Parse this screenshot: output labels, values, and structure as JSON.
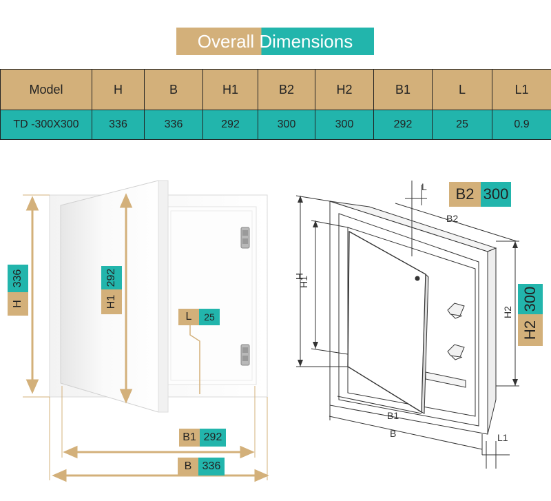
{
  "title": {
    "part1": "Overall ",
    "part2": "Dimensions"
  },
  "table": {
    "headers": [
      "Model",
      "H",
      "B",
      "H1",
      "B2",
      "H2",
      "B1",
      "L",
      "L1"
    ],
    "row": [
      "TD -300X300",
      "336",
      "336",
      "292",
      "300",
      "300",
      "292",
      "25",
      "0.9"
    ]
  },
  "left_diagram": {
    "H": {
      "key": "H",
      "value": "336"
    },
    "H1": {
      "key": "H1",
      "value": "292"
    },
    "L": {
      "key": "L",
      "value": "25"
    },
    "B1": {
      "key": "B1",
      "value": "292"
    },
    "B": {
      "key": "B",
      "value": "336"
    }
  },
  "right_diagram": {
    "labels": {
      "H": "H",
      "H1": "H1",
      "H2": "H2",
      "B": "B",
      "B1": "B1",
      "B2": "B2",
      "L": "L",
      "L1": "L1"
    },
    "B2": {
      "key": "B2",
      "value": "300"
    },
    "H2": {
      "key": "H2",
      "value": "300"
    }
  },
  "colors": {
    "gold": "#d3b07a",
    "teal": "#22b5ac",
    "line": "#333333"
  }
}
